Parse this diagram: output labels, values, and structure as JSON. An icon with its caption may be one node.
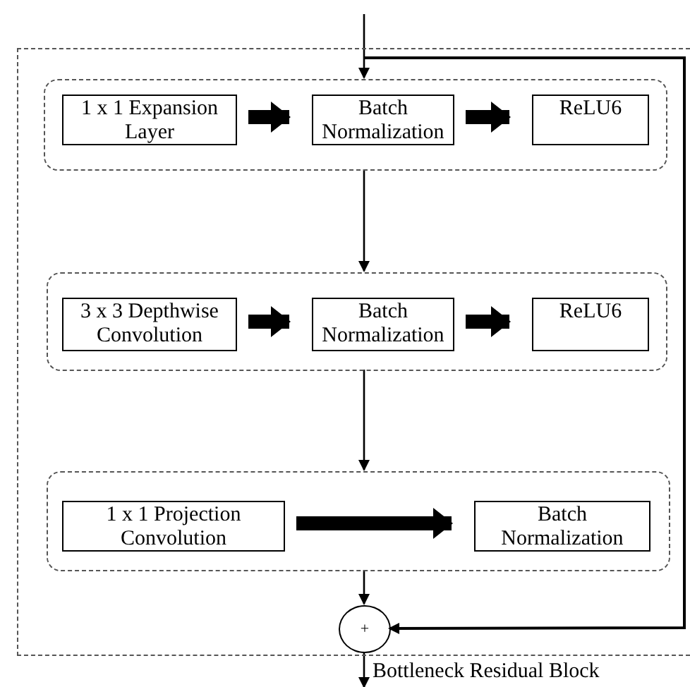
{
  "diagram": {
    "nodes": [
      {
        "text": [
          "Bottleneck Residual Block"
        ]
      },
      {
        "text": [],
        "shape": "box",
        "in": 0
      },
      {
        "text": [
          "1 x 1 Expansion Layer"
        ],
        "in": 1
      },
      {
        "text": [
          "Batch Normalization"
        ],
        "in": 1
      },
      {
        "text": [
          "ReLU6"
        ],
        "in": 1
      },
      {
        "text": [],
        "shape": "box",
        "in": 0
      },
      {
        "text": [
          "3 x 3 Depthwise Convolution"
        ],
        "in": 5
      },
      {
        "text": [
          "Batch Normalization"
        ],
        "in": 5
      },
      {
        "text": [
          "ReLU6"
        ],
        "in": 5
      },
      {
        "text": [],
        "shape": "box",
        "in": 0
      },
      {
        "text": [
          "1 x 1 Projection Convolution"
        ],
        "in": 9
      },
      {
        "text": [
          "Batch Normalization"
        ],
        "in": 9
      },
      {
        "text": [
          "+"
        ],
        "in": 0
      }
    ],
    "edges": [
      {
        "from": null,
        "to": 1,
        "arrow": "to"
      },
      {
        "from": null,
        "to": 12,
        "arrow": "to"
      },
      {
        "from": 2,
        "to": 3,
        "arrow": "to",
        "style": "thick"
      },
      {
        "from": 3,
        "to": 4,
        "arrow": "to",
        "style": "thick"
      },
      {
        "from": 1,
        "to": 5,
        "arrow": "to"
      },
      {
        "from": 6,
        "to": 7,
        "arrow": "to",
        "style": "thick"
      },
      {
        "from": 7,
        "to": 8,
        "arrow": "to",
        "style": "thick"
      },
      {
        "from": 5,
        "to": 9,
        "arrow": "to"
      },
      {
        "from": 10,
        "to": 11,
        "arrow": "to",
        "style": "thick"
      },
      {
        "from": 9,
        "to": 12,
        "arrow": "to"
      },
      {
        "from": 12,
        "to": null,
        "arrow": "to"
      }
    ]
  }
}
